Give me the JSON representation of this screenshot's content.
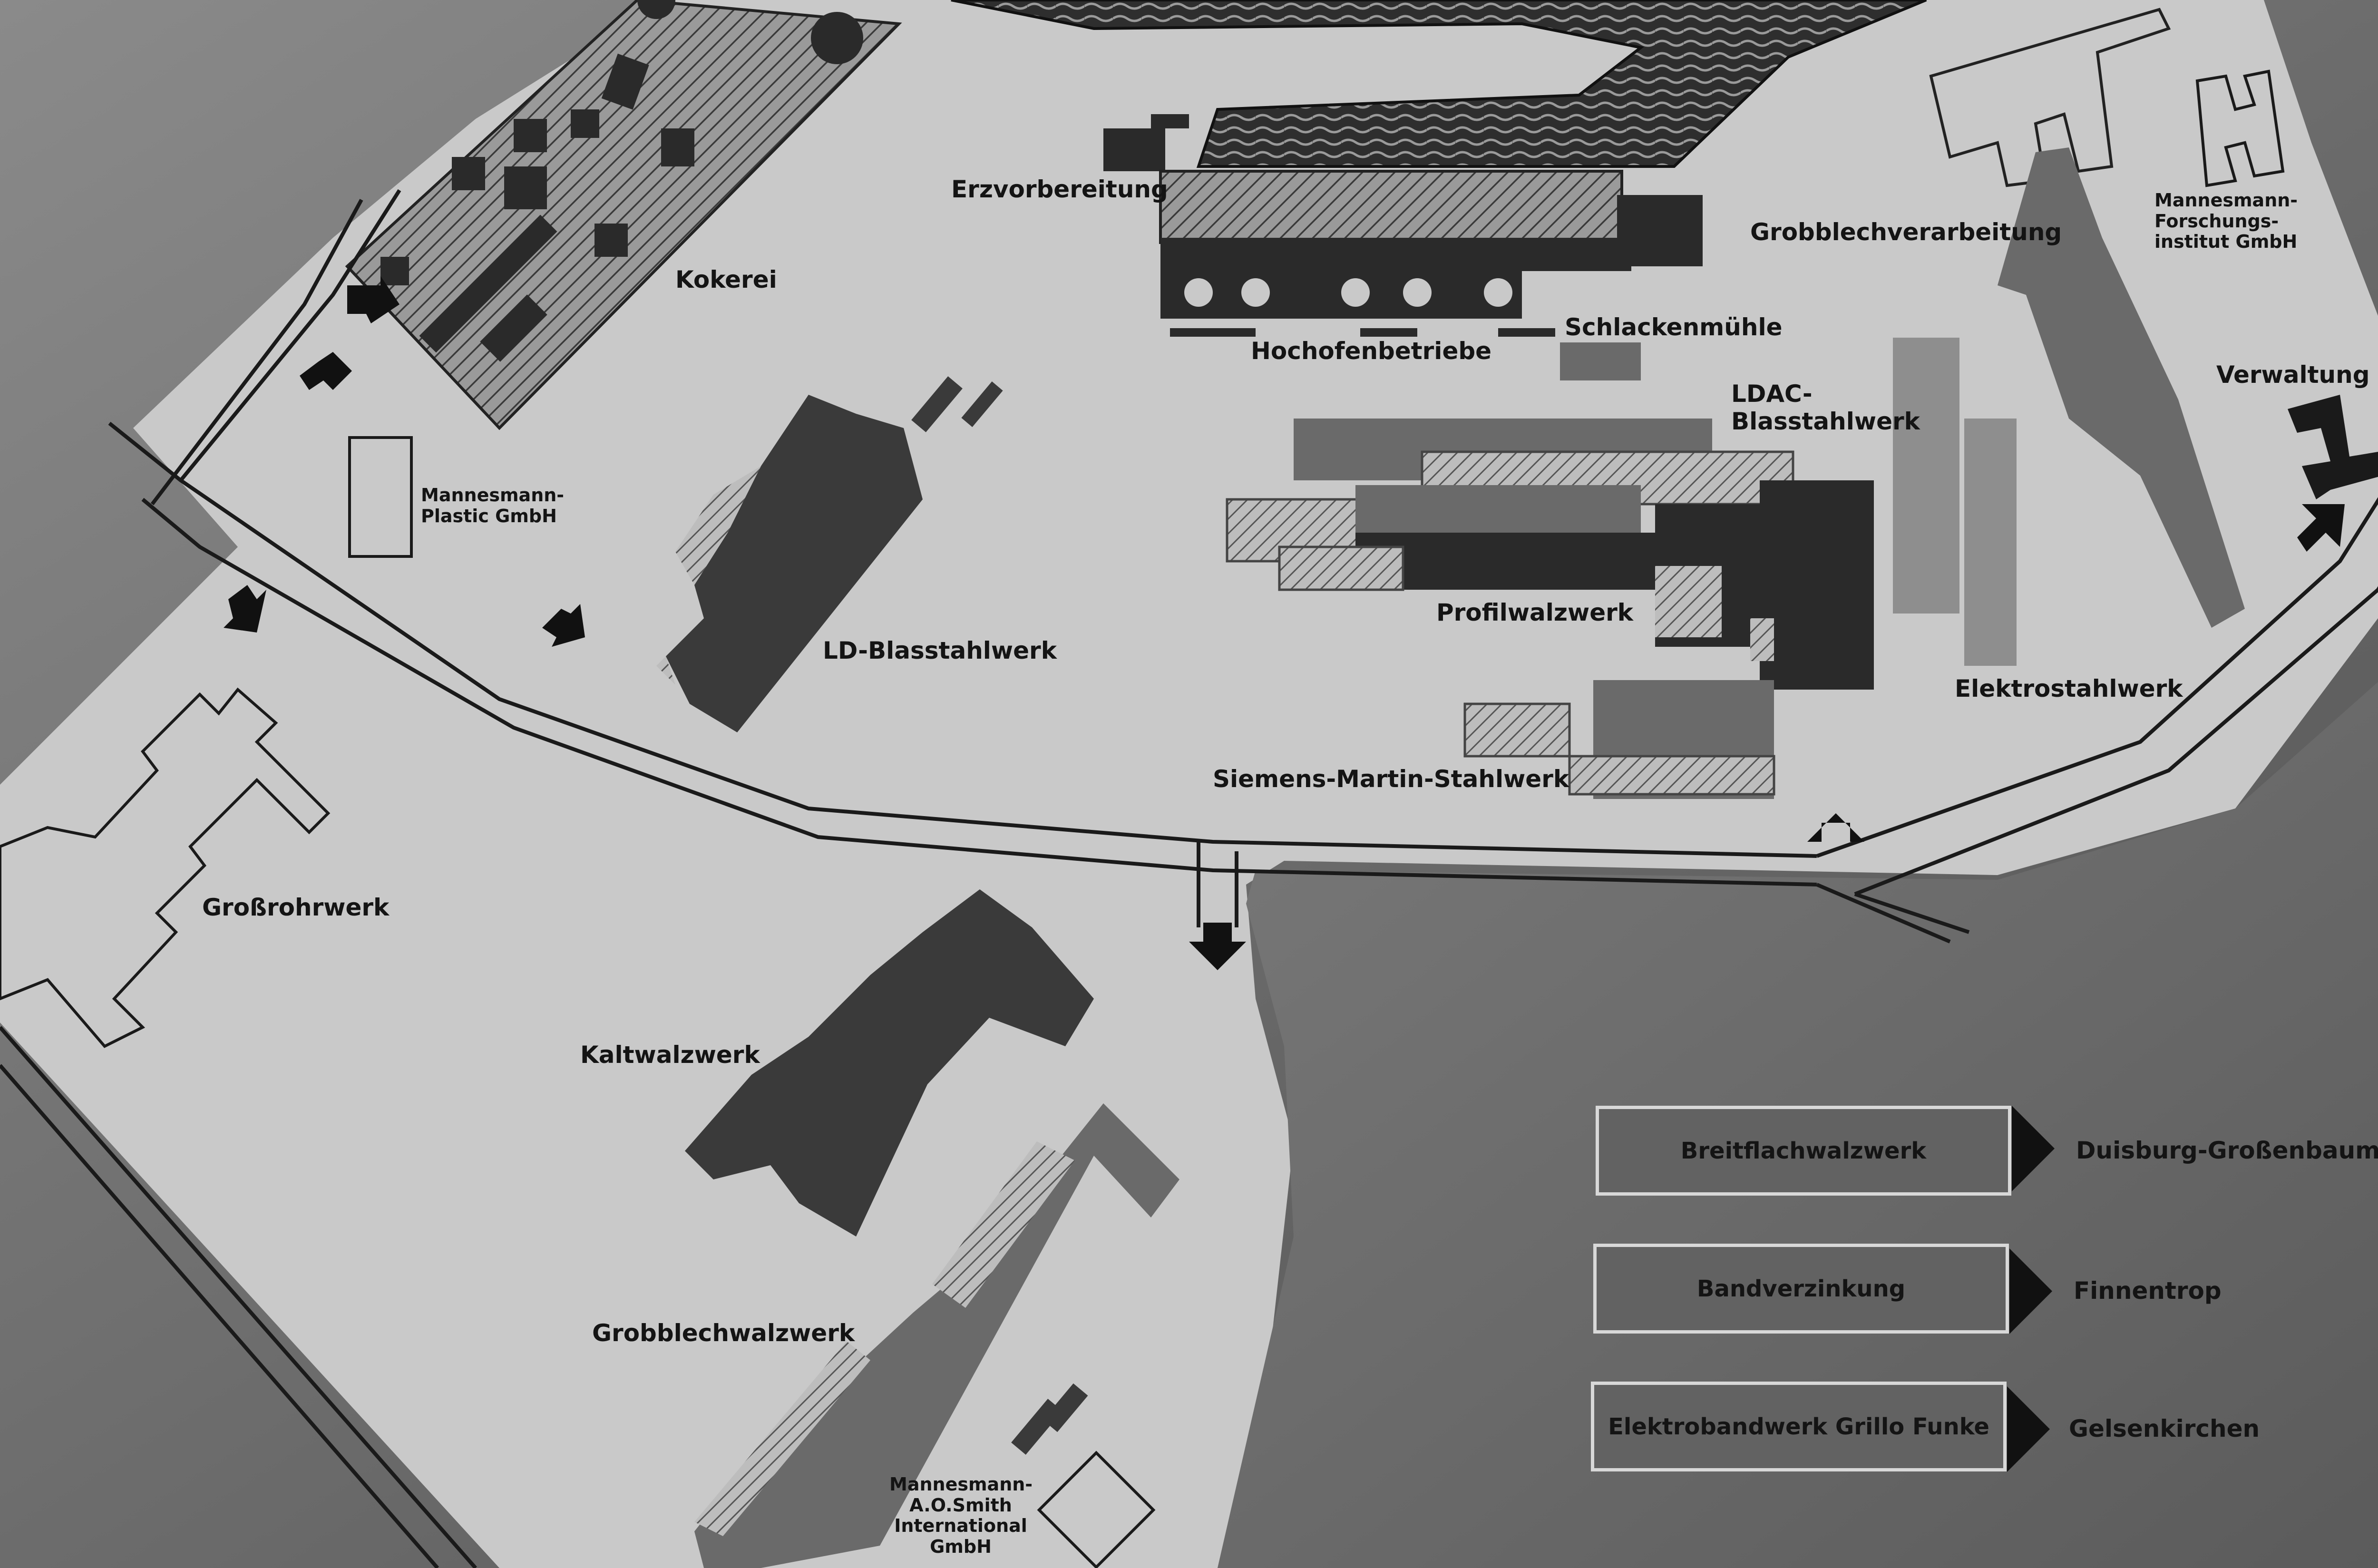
{
  "colors": {
    "site": "#c9c9c9",
    "dark_building": "#3a3a3a",
    "mid_building": "#6a6a6a",
    "light_building": "#8e8e8e",
    "road": "#1a1a1a",
    "water": "#2a2a2a"
  },
  "labels": {
    "kokerei": "Kokerei",
    "erzvorbereitung": "Erzvorbereitung",
    "hochofenbetriebe": "Hochofenbetriebe",
    "schlackenmuehle": "Schlackenmühle",
    "grobblechverarbeitung": "Grobblechverarbeitung",
    "forschungsinstitut": "Mannesmann-Forschungs-institut GmbH",
    "verwaltung": "Verwaltung",
    "ldac": "LDAC-Blasstahlwerk",
    "plastic": "Mannesmann-Plastic GmbH",
    "ld_blasstahlwerk": "LD-Blasstahlwerk",
    "profilwalzwerk": "Profilwalzwerk",
    "elektrostahlwerk": "Elektrostahlwerk",
    "siemens_martin": "Siemens-Martin-Stahlwerk",
    "grossrohrwerk": "Großrohrwerk",
    "kaltwalzwerk": "Kaltwalzwerk",
    "grobblechwalzwerk": "Grobblechwalzwerk",
    "aosmith": "Mannesmann-A.O.Smith International GmbH"
  },
  "legend": [
    {
      "plant": "Breitflachwalzwerk",
      "location": "Duisburg-Großenbaum"
    },
    {
      "plant": "Bandverzinkung",
      "location": "Finnentrop"
    },
    {
      "plant": "Elektrobandwerk Grillo Funke",
      "location": "Gelsenkirchen"
    }
  ]
}
